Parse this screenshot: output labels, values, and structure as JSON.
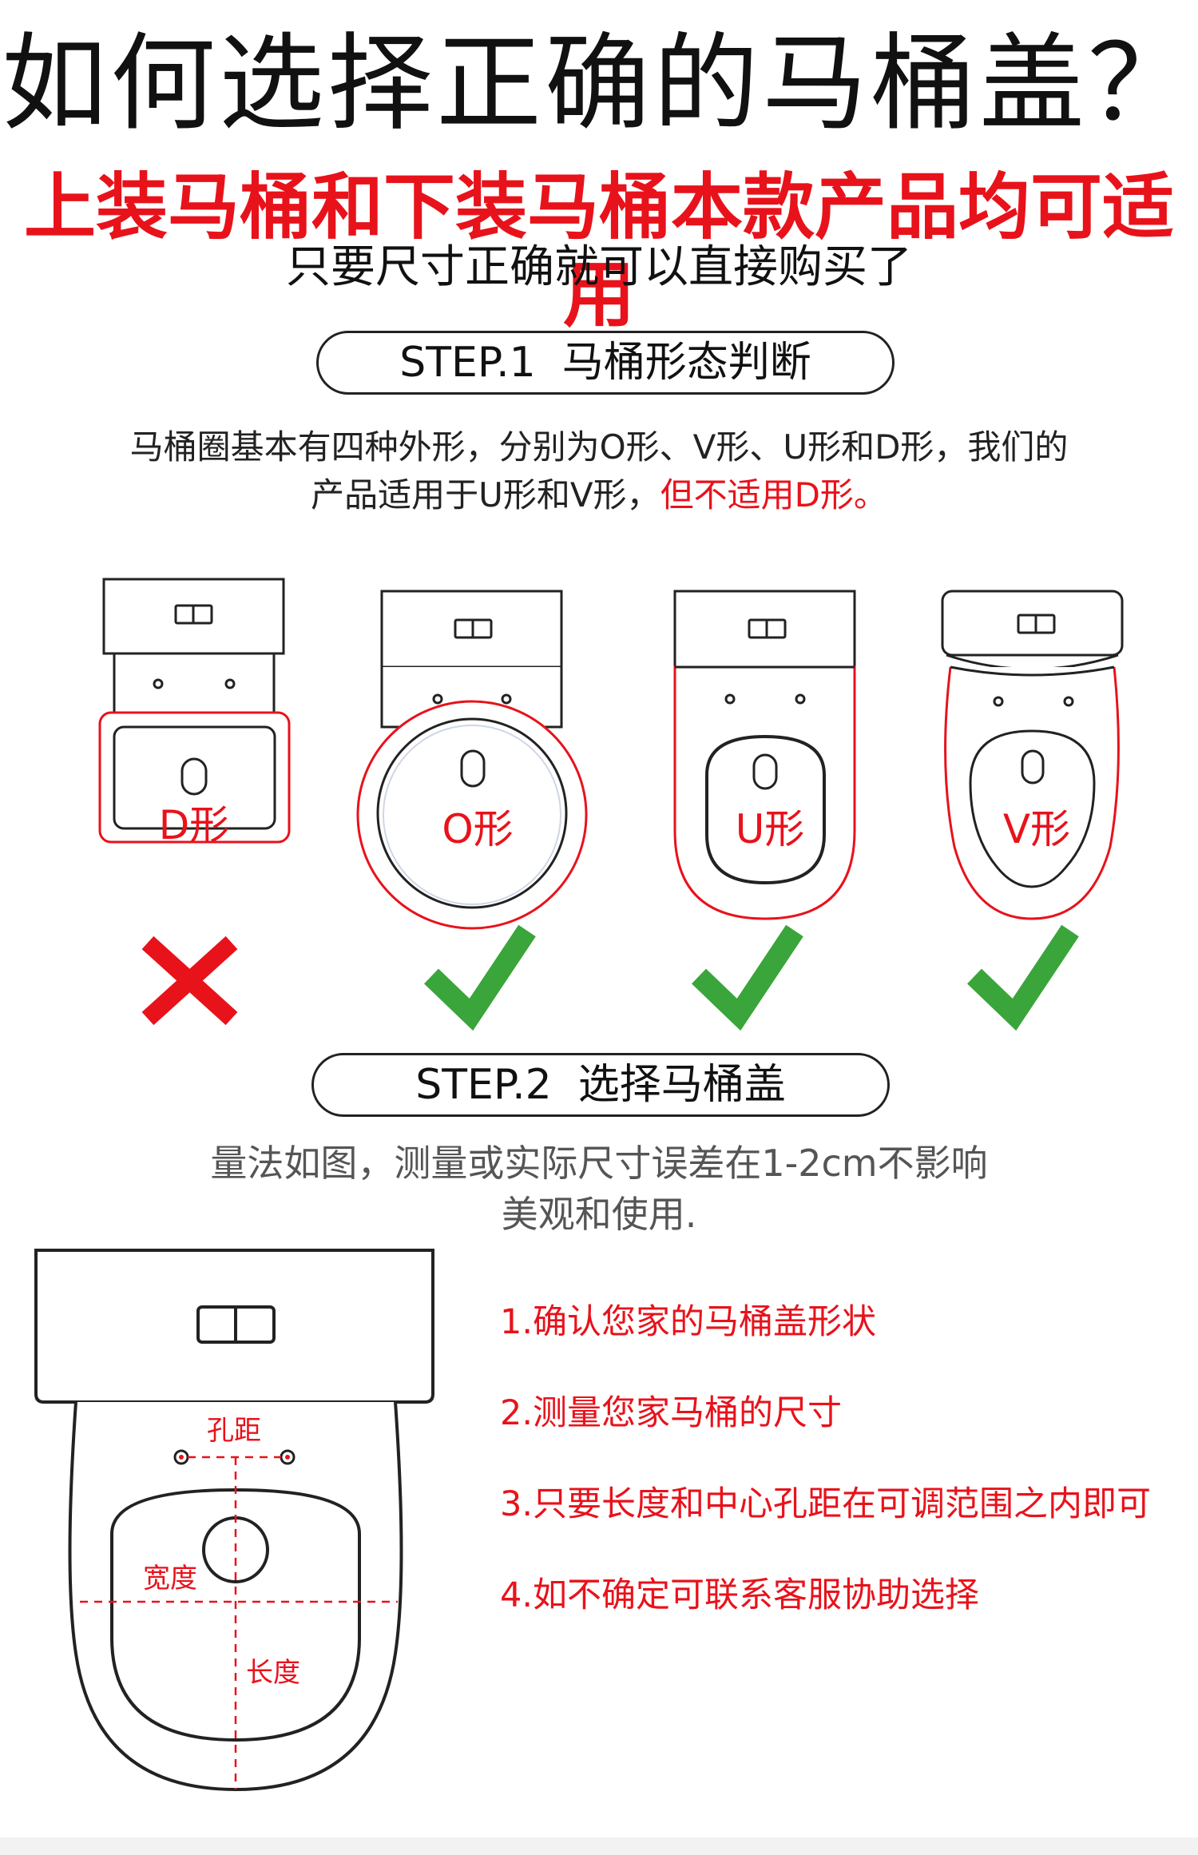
{
  "header": {
    "title": "如何选择正确的马桶盖？",
    "subtitle": "上装马桶和下装马桶本款产品均可适用",
    "subtitle2": "只要尺寸正确就可以直接购买了"
  },
  "step1": {
    "label": "STEP.1  马桶形态判断",
    "desc_line1": "马桶圈基本有四种外形，分别为O形、V形、U形和D形，我们的",
    "desc_line2_normal": "产品适用于U形和V形，",
    "desc_line2_red": "但不适用D形。",
    "shapes": [
      {
        "label": "D形",
        "suitable": false,
        "mark_icon": "cross-icon"
      },
      {
        "label": "O形",
        "suitable": true,
        "mark_icon": "check-icon"
      },
      {
        "label": "U形",
        "suitable": true,
        "mark_icon": "check-icon"
      },
      {
        "label": "V形",
        "suitable": true,
        "mark_icon": "check-icon"
      }
    ]
  },
  "step2": {
    "label": "STEP.2  选择马桶盖",
    "desc_line1": "量法如图，测量或实际尺寸误差在1-2cm不影响",
    "desc_line2": "美观和使用.",
    "diagram_labels": {
      "hole_distance": "孔距",
      "width": "宽度",
      "length": "长度"
    },
    "instructions": [
      "1.确认您家的马桶盖形状",
      "2.测量您家马桶的尺寸",
      "3.只要长度和中心孔距在可调范围之内即可",
      "4.如不确定可联系客服协助选择"
    ]
  },
  "colors": {
    "accent_red": "#e8121b",
    "check_green": "#3aa53a",
    "text_dark": "#111111"
  }
}
